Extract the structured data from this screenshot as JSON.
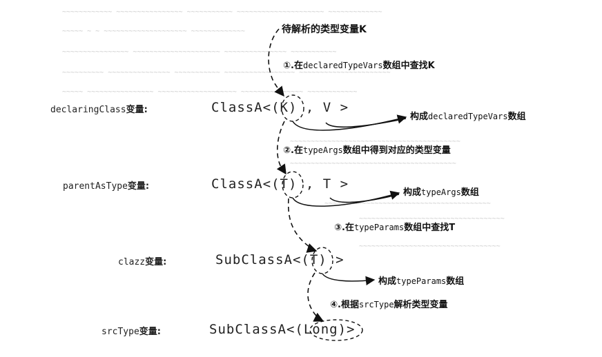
{
  "top_label": "待解析的类型变量K",
  "steps": {
    "s1": {
      "num": "①.",
      "pre": "在",
      "code": "declaredTypeVars",
      "post": "数组中查找K"
    },
    "s2": {
      "num": "②.",
      "pre": "在",
      "code": "typeArgs",
      "post": "数组中得到对应的类型变量"
    },
    "s3": {
      "num": "③.",
      "pre": "在",
      "code": "typeParams",
      "post": "数组中查找T"
    },
    "s4": {
      "num": "④.",
      "pre": "根据",
      "code": "srcType",
      "post": "解析类型变量"
    }
  },
  "rows": {
    "r1": {
      "label_code": "declaringClass",
      "label_cn": "变量:",
      "expr": "ClassA<(K) , V >"
    },
    "r2": {
      "label_code": "parentAsType",
      "label_cn": "变量:",
      "expr": "ClassA<(T) , T >"
    },
    "r3": {
      "label_code": "clazz",
      "label_cn": "变量:",
      "expr": "SubClassA<(T) >"
    },
    "r4": {
      "label_code": "srcType",
      "label_cn": "变量:",
      "expr": "SubClassA<(Long)>"
    }
  },
  "notes": {
    "n1": {
      "pre": "构成",
      "code": "declaredTypeVars",
      "post": "数组"
    },
    "n2": {
      "pre": "构成",
      "code": "typeArgs",
      "post": "数组"
    },
    "n3": {
      "pre": "构成",
      "code": "typeParams",
      "post": "数组"
    }
  }
}
